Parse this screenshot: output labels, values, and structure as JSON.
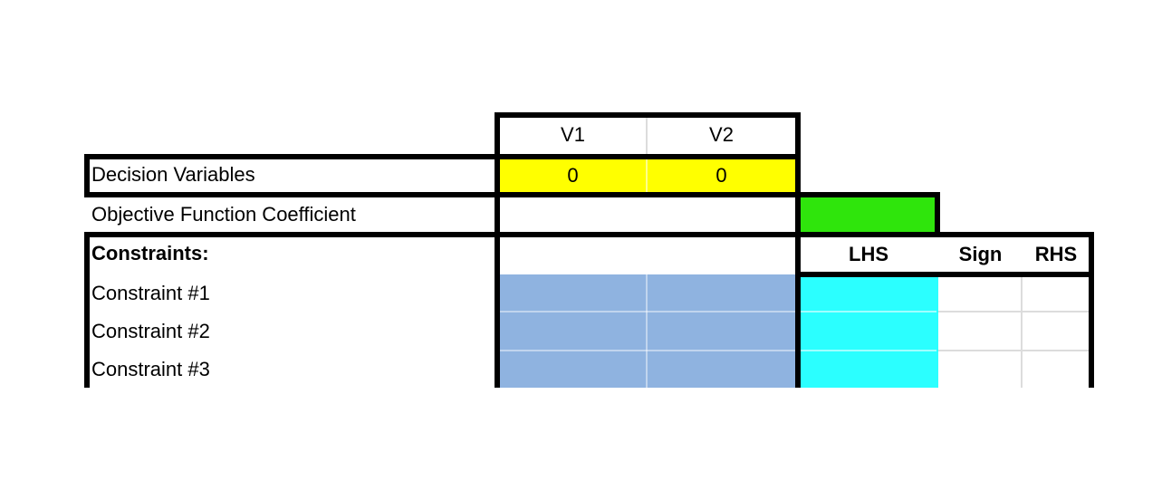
{
  "table": {
    "variable_headers": [
      "V1",
      "V2"
    ],
    "decision_row": {
      "label": "Decision Variables",
      "values": [
        "0",
        "0"
      ]
    },
    "objective_row": {
      "label": "Objective Function Coefficient"
    },
    "constraints_header": {
      "label": "Constraints:",
      "columns": [
        "LHS",
        "Sign",
        "RHS"
      ]
    },
    "constraint_rows": [
      "Constraint #1",
      "Constraint #2",
      "Constraint #3"
    ]
  },
  "colors": {
    "decision_cells": "#FFFF00",
    "objective_cell": "#2FE50C",
    "coefficient_matrix": "#8FB3E0",
    "lhs_column": "#2BFFFF",
    "border": "#000000",
    "canvas": "#FFFFFF"
  }
}
